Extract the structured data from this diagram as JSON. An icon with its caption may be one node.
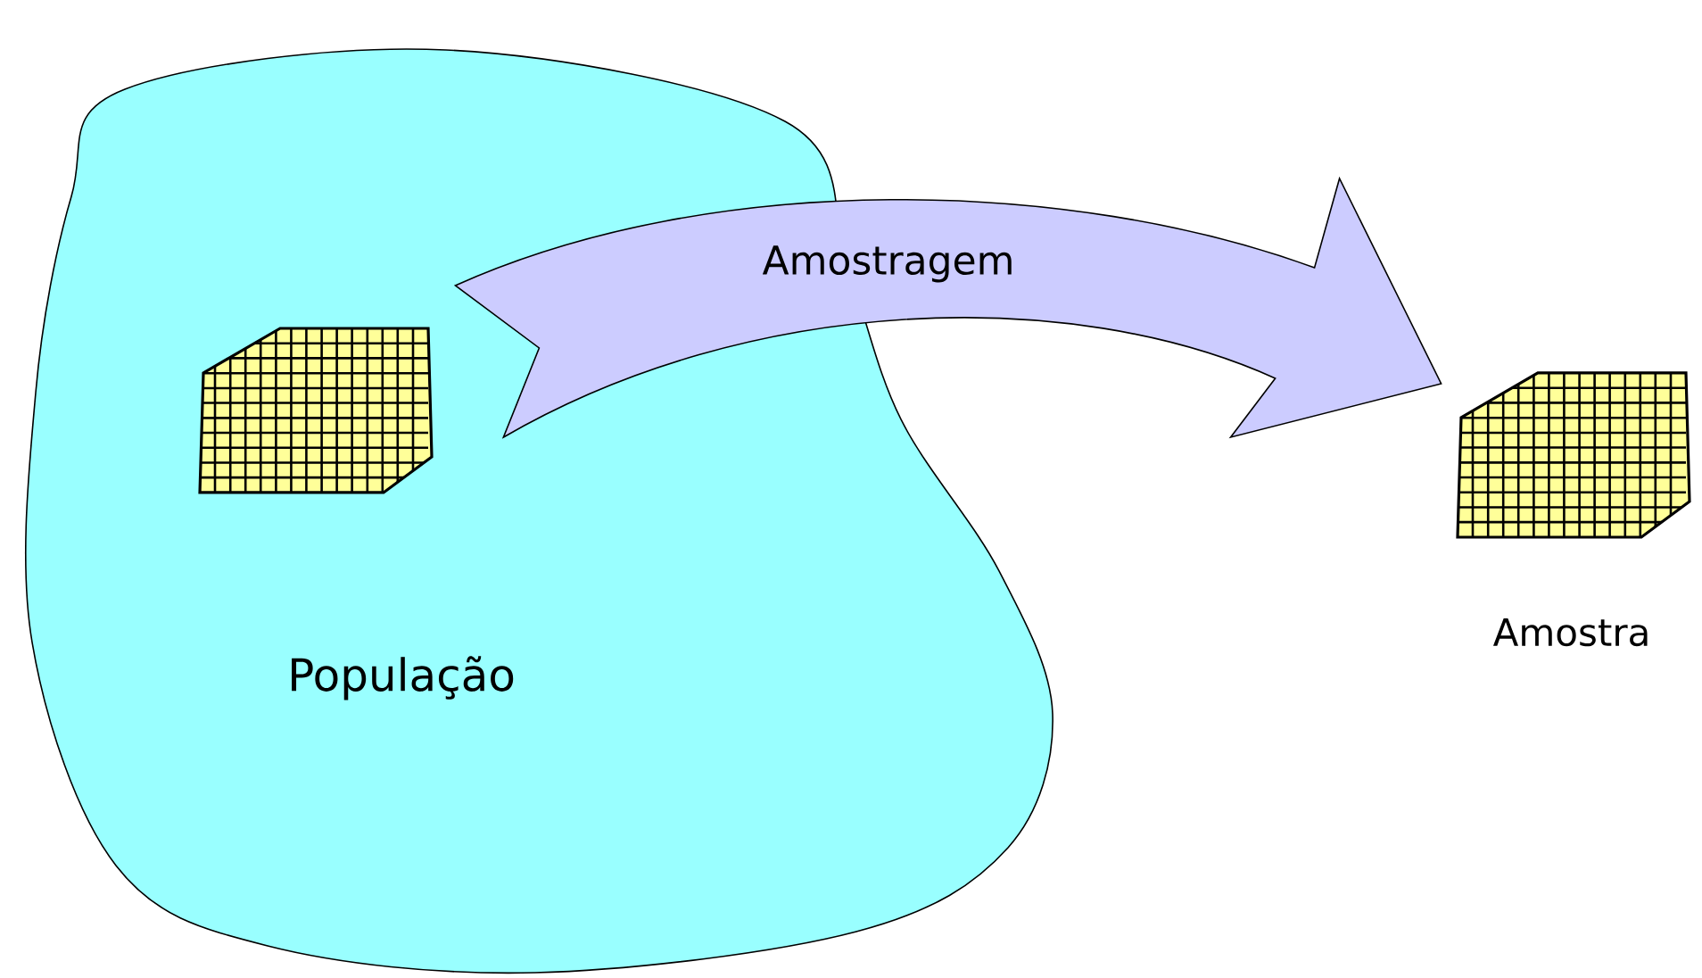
{
  "diagram": {
    "nodes": [
      {
        "text": [
          "População"
        ]
      },
      {
        "text": [],
        "shape": "box",
        "in": 0
      },
      {
        "text": [],
        "shape": "box",
        "beside": [
          "Amostra"
        ]
      }
    ],
    "edges": [
      {
        "from": 1,
        "to": 2,
        "arrow": "to",
        "label": "Amostragem"
      }
    ]
  }
}
